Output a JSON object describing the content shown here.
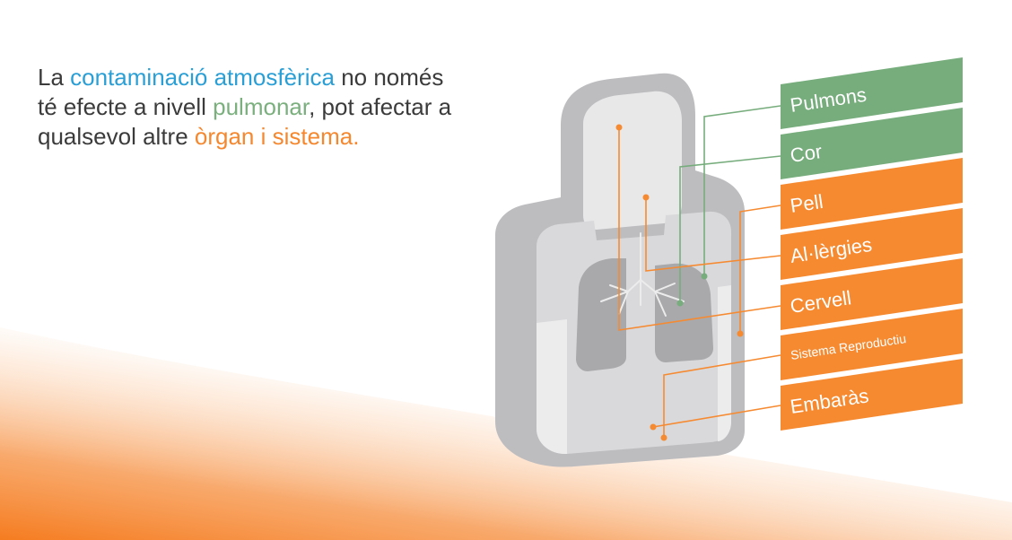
{
  "intro": {
    "segments": [
      {
        "text": "La ",
        "color": "#3b3b3b"
      },
      {
        "text": "contaminació atmosfèrica",
        "color": "#2a9fd6"
      },
      {
        "text": " no només té efecte a nivell ",
        "color": "#3b3b3b"
      },
      {
        "text": "pulmonar",
        "color": "#7bb07e"
      },
      {
        "text": ", pot afectar a qualsevol altre ",
        "color": "#3b3b3b"
      },
      {
        "text": "òrgan i sistema.",
        "color": "#f5882f"
      }
    ]
  },
  "colors": {
    "green": "#77ad7d",
    "orange": "#f68a31",
    "body_light": "#e6e6e6",
    "body_mid": "#d4d4d6",
    "body_dark": "#b5b5b8",
    "lungs": "#a9a9ab",
    "gradient": "#f57c20"
  },
  "labels": [
    {
      "text": "Pulmons",
      "color": "green"
    },
    {
      "text": "Cor",
      "color": "green"
    },
    {
      "text": "Pell",
      "color": "orange"
    },
    {
      "text": "Al·lèrgies",
      "color": "orange"
    },
    {
      "text": "Cervell",
      "color": "orange"
    },
    {
      "text": "Sistema Reproductiu",
      "color": "orange"
    },
    {
      "text": "Embaràs",
      "color": "orange"
    }
  ]
}
